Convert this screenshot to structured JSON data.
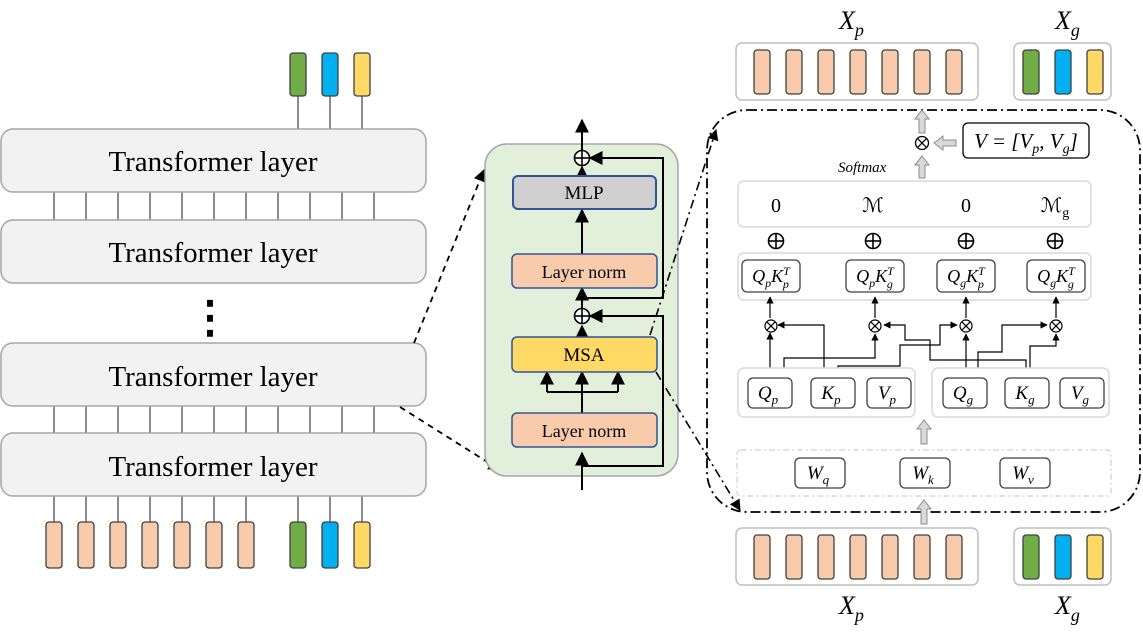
{
  "stack": {
    "layer_label": "Transformer layer",
    "ellipsis": "⋮"
  },
  "block": {
    "mlp": "MLP",
    "norm_top": "Layer norm",
    "msa": "MSA",
    "norm_bottom": "Layer norm"
  },
  "attention": {
    "xp_label": "X",
    "xp_sub": "p",
    "xg_label": "X",
    "xg_sub": "g",
    "softmax": "Softmax",
    "v_eq": {
      "lhs": "V = [V",
      "s1": "p",
      "mid": ", V",
      "s2": "g",
      "rhs": "]"
    },
    "mask_row": [
      {
        "base": "0",
        "sub": ""
      },
      {
        "base": "ℳ",
        "sub": ""
      },
      {
        "base": "0",
        "sub": ""
      },
      {
        "base": "ℳ",
        "sub": "g"
      }
    ],
    "qk": [
      {
        "q": "p",
        "k": "p"
      },
      {
        "q": "p",
        "k": "g"
      },
      {
        "q": "g",
        "k": "p"
      },
      {
        "q": "g",
        "k": "g"
      }
    ],
    "qkv_p": [
      {
        "base": "Q",
        "sub": "p"
      },
      {
        "base": "K",
        "sub": "p"
      },
      {
        "base": "V",
        "sub": "p"
      }
    ],
    "qkv_g": [
      {
        "base": "Q",
        "sub": "g"
      },
      {
        "base": "K",
        "sub": "g"
      },
      {
        "base": "V",
        "sub": "g"
      }
    ],
    "weights": [
      {
        "base": "W",
        "sub": "q"
      },
      {
        "base": "W",
        "sub": "k"
      },
      {
        "base": "W",
        "sub": "v"
      }
    ]
  },
  "colors": {
    "patch_token": "#f8cbad",
    "token_green": "#70ad47",
    "token_blue": "#00b0f0",
    "token_yellow": "#ffd966",
    "layer_fill": "#f2f2f2",
    "block_bg": "#e2efda",
    "mlp_fill": "#d0cece",
    "msa_fill": "#ffd966",
    "norm_fill": "#f8cbad",
    "box_border": "#2f5597"
  }
}
